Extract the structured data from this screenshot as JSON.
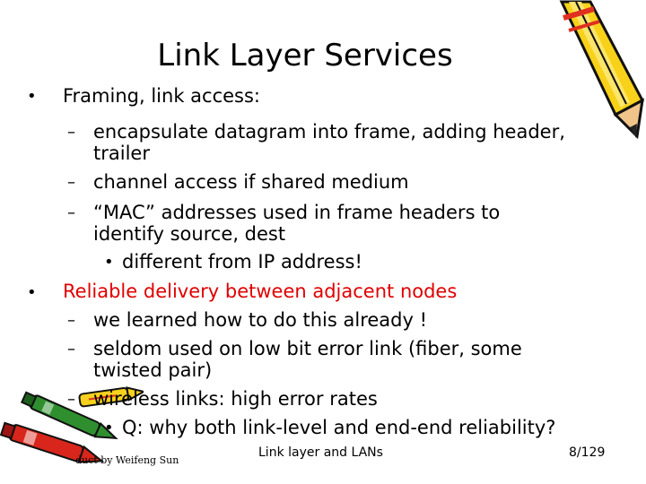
{
  "slide": {
    "title": "Link Layer Services",
    "bullets": [
      {
        "marker": "•",
        "text": "Framing, link access:"
      },
      {
        "marker": "–",
        "text": "encapsulate datagram into frame, adding header,"
      },
      {
        "marker": "",
        "text": "trailer"
      },
      {
        "marker": "–",
        "text": "channel access if shared medium"
      },
      {
        "marker": "–",
        "text": "“MAC” addresses used in frame headers to"
      },
      {
        "marker": "",
        "text": "identify source, dest"
      },
      {
        "marker": "•",
        "text": "different from IP address!"
      },
      {
        "marker": "•",
        "text": "Reliable delivery between adjacent nodes"
      },
      {
        "marker": "–",
        "text": "we learned how to do this already !"
      },
      {
        "marker": "–",
        "text": "seldom used on low bit error link (fiber, some"
      },
      {
        "marker": "",
        "text": "twisted pair)"
      },
      {
        "marker": "–",
        "text": "wireless links: high error rates"
      },
      {
        "marker": "•",
        "text": "Q: why both link-level and end-end reliability?"
      }
    ],
    "footer": {
      "left": "duct by Weifeng Sun",
      "center": "Link layer and LANs",
      "right": "8/129"
    },
    "art": [
      "pencil-icon",
      "crayons-icon"
    ]
  }
}
